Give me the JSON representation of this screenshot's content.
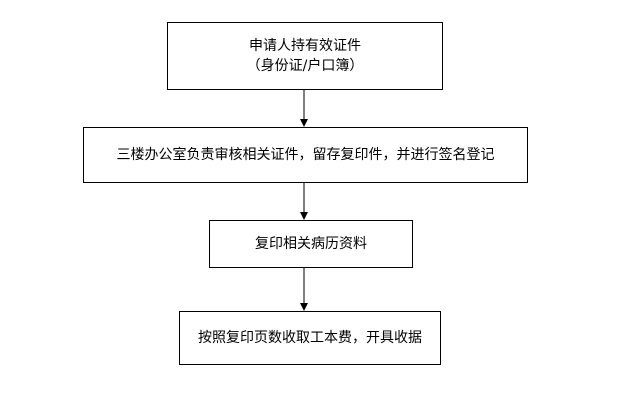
{
  "flowchart": {
    "steps": [
      {
        "line1": "申请人持有效证件",
        "line2": "（身份证/户口簿）"
      },
      {
        "line1": "三楼办公室负责审核相关证件，留存复印件，并进行签名登记"
      },
      {
        "line1": "复印相关病历资料"
      },
      {
        "line1": "按照复印页数收取工本费，开具收据"
      }
    ]
  },
  "colors": {
    "stroke": "#000000",
    "background": "#ffffff"
  }
}
